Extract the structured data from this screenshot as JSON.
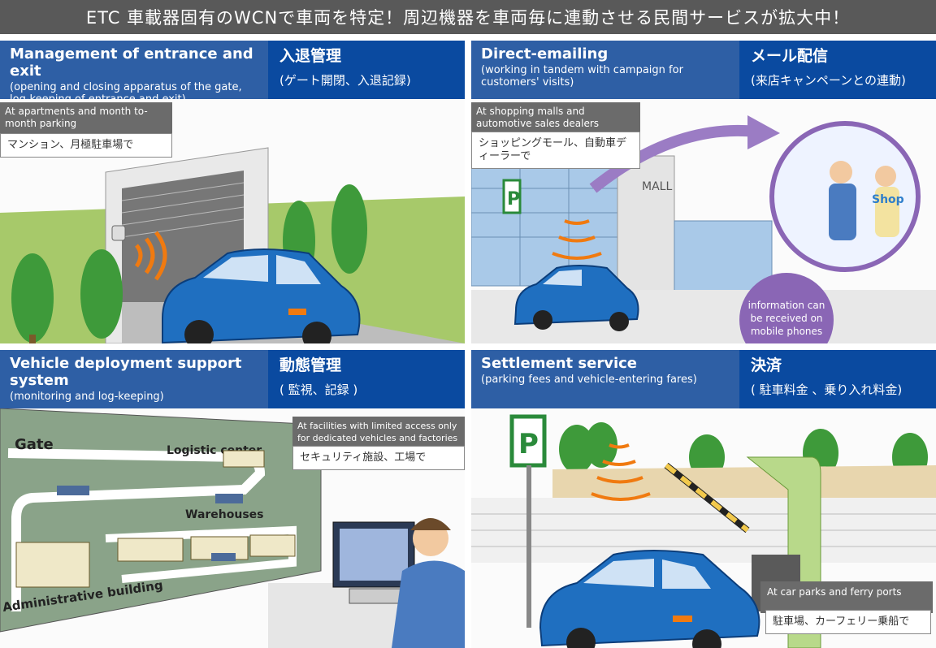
{
  "banner": {
    "title": "ETC 車載器固有のWCNで車両を特定！周辺機器を車両毎に連動させる民間サービスが拡大中！"
  },
  "panels": [
    {
      "title_en": "Management of entrance and exit",
      "sub_en": "(opening and closing apparatus of the gate, log-keeping of entrance and exit)",
      "title_jp": "入退管理",
      "sub_jp": "(ゲート開閉、入退記録)",
      "loc_en": "At apartments and month to-month parking",
      "loc_jp": "マンション、月極駐車場で"
    },
    {
      "title_en": "Direct-emailing",
      "sub_en": "(working in tandem with campaign for customers' visits)",
      "title_jp": "メール配信",
      "sub_jp": "(来店キャンペーンとの連動)",
      "loc_en": "At shopping malls and automotive sales dealers",
      "loc_jp": "ショッピングモール、自動車ディーラーで",
      "bubble": "information can be received on mobile phones",
      "sign_mall": "MALL",
      "sign_shop": "Shop"
    },
    {
      "title_en": "Vehicle deployment support system",
      "sub_en": "(monitoring and log-keeping)",
      "title_jp": "動態管理",
      "sub_jp": "( 監視、記録 )",
      "loc_en": "At facilities with limited access only for dedicated vehicles and factories",
      "loc_jp": "セキュリティ施設、工場で",
      "map_gate": "Gate",
      "map_logistic": "Logistic center",
      "map_warehouses": "Warehouses",
      "map_admin": "Administrative building"
    },
    {
      "title_en": "Settlement service",
      "sub_en": "(parking fees and vehicle-entering fares)",
      "title_jp": "決済",
      "sub_jp": "( 駐車料金 、乗り入れ料金)",
      "loc_en": "At car parks and ferry ports",
      "loc_jp": "駐車場、カーフェリー乗船で",
      "sign_p": "P"
    }
  ],
  "colors": {
    "header_en": "#2e5fa5",
    "header_jp": "#0a4aa0",
    "banner": "#595959",
    "car": "#1f6fc0",
    "wave": "#f07a10",
    "bubble": "#8a66b5"
  }
}
